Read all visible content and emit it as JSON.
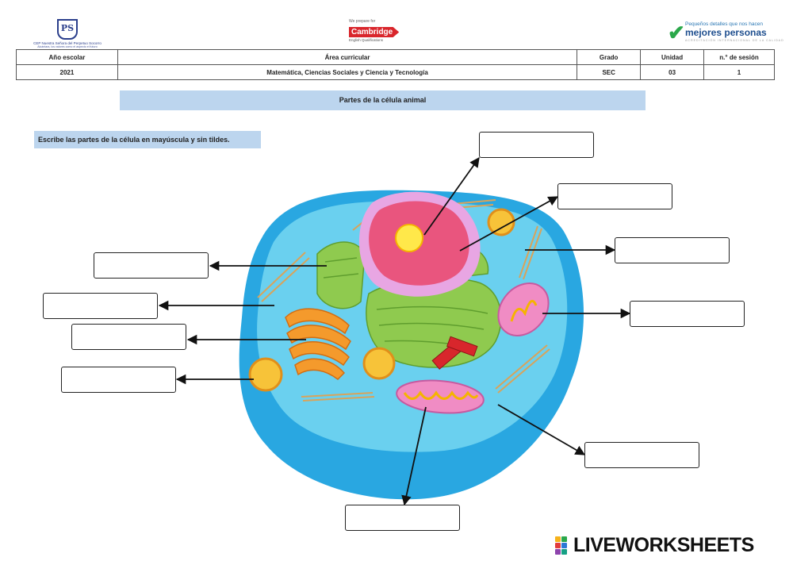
{
  "header": {
    "school_logo": {
      "initials": "PS",
      "name": "CEP Nuestra Señora del Perpetuo Socorro",
      "motto": "Alcántara, los valores como el aspecto el futuro"
    },
    "cambridge_logo": {
      "top": "We prepare for",
      "brand": "Cambridge",
      "bottom": "English Qualifications"
    },
    "quality_logo": {
      "line1": "Pequeños detalles que nos hacen",
      "line2": "mejores personas",
      "line3": "ACREDITACIÓN INTERNACIONAL DE LA CALIDAD"
    }
  },
  "info_table": {
    "headers": [
      "Año escolar",
      "Área curricular",
      "Grado",
      "Unidad",
      "n.° de sesión"
    ],
    "values": [
      "2021",
      "Matemática, Ciencias Sociales y Ciencia y Tecnología",
      "SEC",
      "03",
      "1"
    ]
  },
  "banner_title": "Partes de la célula animal",
  "instruction": "Escribe las partes de la célula en mayúscula y sin tildes.",
  "answer_boxes": [
    "",
    "",
    "",
    "",
    "",
    "",
    "",
    "",
    "",
    ""
  ],
  "footer_brand": "LIVEWORKSHEETS",
  "colors": {
    "banner_bg": "#bcd5ee",
    "cytoplasm": "#6ad0ef",
    "membrane": "#29a7e1",
    "nucleus_envelope": "#e8a6e3",
    "nucleus_inner": "#e9557e",
    "nucleolus": "#ffe84a",
    "er": "#8fca4f",
    "golgi": "#f49a2c",
    "lysosome": "#f7c339",
    "centriole": "#d8262c",
    "mitochondria": "#f08cc4"
  }
}
